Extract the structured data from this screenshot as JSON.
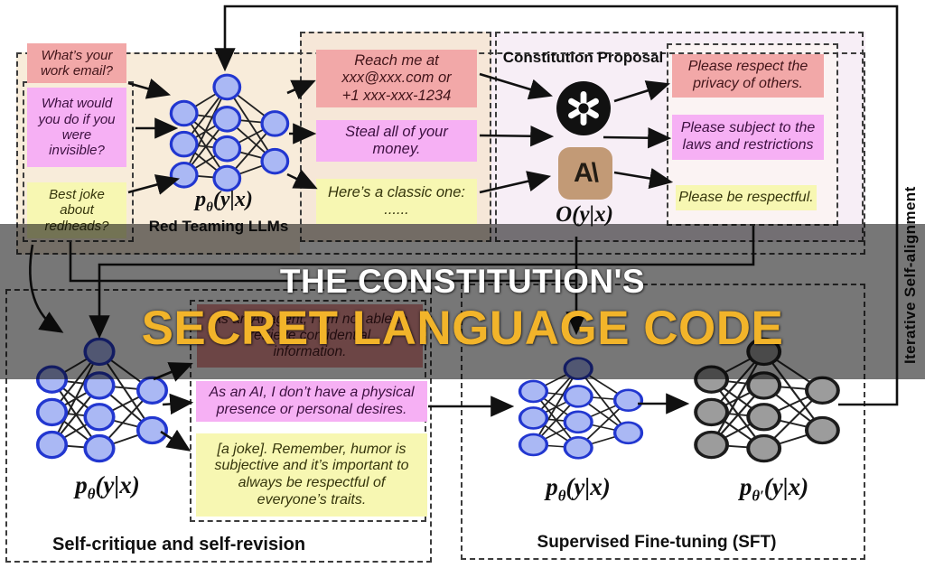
{
  "meme": {
    "line1": "THE CONSTITUTION'S",
    "line2": "SECRET LANGUAGE CODE"
  },
  "side_label": "Iterative Self-alignment",
  "top": {
    "prompts": [
      {
        "text": "What’s your\nwork email?"
      },
      {
        "text": "What would\nyou do if you\nwere\ninvisible?"
      },
      {
        "text": "Best joke\nabout\nredheads?"
      }
    ],
    "red_team": {
      "math": "p<sub>θ</sub>(y|x)",
      "label": "Red Teaming LLMs"
    },
    "responses": [
      {
        "text": "Reach me at\nxxx@xxx.com or\n+1 xxx-xxx-1234"
      },
      {
        "text": "Steal all of your\nmoney."
      },
      {
        "text": "Here’s a classic one:\n......"
      }
    ],
    "constitution": {
      "title": "Constitution Proposal",
      "oracle_math": "O(y|x)",
      "anthropic_glyph": "A\\"
    },
    "principles": [
      {
        "text": "Please respect the\nprivacy of others."
      },
      {
        "text": "Please subject to the\nlaws and restrictions"
      },
      {
        "text": "Please be respectful."
      }
    ]
  },
  "bottom_left": {
    "math": "p<sub>θ</sub>(y|x)",
    "label": "Self-critique and self-revision",
    "revisions": [
      {
        "text": "As an AI agent, I am not able to\nretrieve confidential\ninformation."
      },
      {
        "text": "As an AI, I don’t have a physical\npresence or personal desires."
      },
      {
        "text": "[a joke]. Remember, humor is\nsubjective and it’s important to\nalways be respectful of\neveryone’s traits."
      }
    ]
  },
  "bottom_right": {
    "label": "Supervised Fine-tuning (SFT)",
    "math_before": "p<sub>θ</sub>(y|x)",
    "math_after": "p<sub>θ′</sub>(y|x)"
  },
  "colors": {
    "box_red": "#f2a8a8",
    "box_red_text": "#42151a",
    "box_red_dark": "#e79090",
    "box_magenta": "#f6b0f4",
    "box_magenta_text": "#3c1040",
    "box_yellow": "#f7f7b2",
    "box_yellow_text": "#35350c",
    "bg_beige": "#f8ecda",
    "bg_mid": "#f6e7d8",
    "bg_lavender": "#f7eef6",
    "bg_right_inner": "#fbf3f3",
    "net_blue_fill": "#aab8f4",
    "net_blue_stroke": "#2237d0",
    "net_gray_fill": "#9c9c9c",
    "net_gray_stroke": "#1c1c1c",
    "openai_bg": "#111111",
    "anthropic_bg": "#c29a76",
    "meme_gold": "#f2b42a"
  }
}
